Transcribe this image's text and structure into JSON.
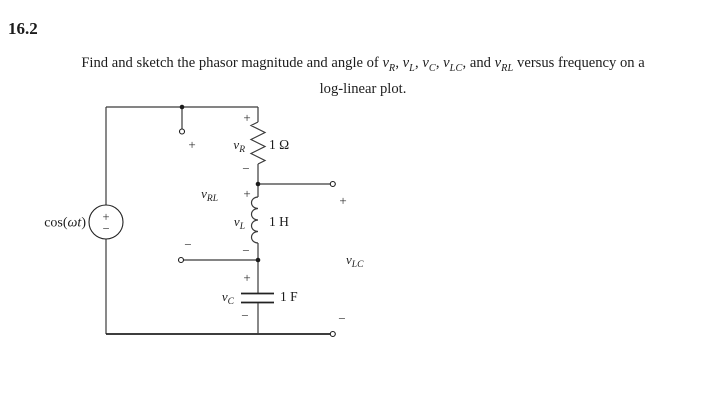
{
  "heading": "16.2",
  "problem": {
    "intro": "Find and sketch the phasor magnitude and angle of ",
    "vars": [
      {
        "base": "v",
        "sub": "R",
        "after": ", "
      },
      {
        "base": "v",
        "sub": "L",
        "after": ", "
      },
      {
        "base": "v",
        "sub": "C",
        "after": ", "
      },
      {
        "base": "v",
        "sub": "LC",
        "after": ", and "
      },
      {
        "base": "v",
        "sub": "RL",
        "after": " versus frequency on a"
      }
    ],
    "line2": "log-linear plot."
  },
  "circuit": {
    "source": {
      "label_pre": "cos(",
      "label_var": "ωt",
      "label_post": ")",
      "plus": "+",
      "minus": "−"
    },
    "resistor": {
      "base": "v",
      "sub": "R",
      "value": "1 Ω",
      "plus": "+",
      "minus": "−"
    },
    "inductor": {
      "base": "v",
      "sub": "L",
      "value": "1 H",
      "plus": "+",
      "minus": "−"
    },
    "capacitor": {
      "base": "v",
      "sub": "C",
      "value": "1 F",
      "plus": "+",
      "minus": "−"
    },
    "port_rl": {
      "base": "v",
      "sub": "RL",
      "plus": "+",
      "minus": "−"
    },
    "port_lc": {
      "base": "v",
      "sub": "LC",
      "plus": "+",
      "minus": "−"
    }
  },
  "colors": {
    "ink": "#1c1c1c",
    "wire": "#3a3a3a",
    "background": "#ffffff"
  }
}
